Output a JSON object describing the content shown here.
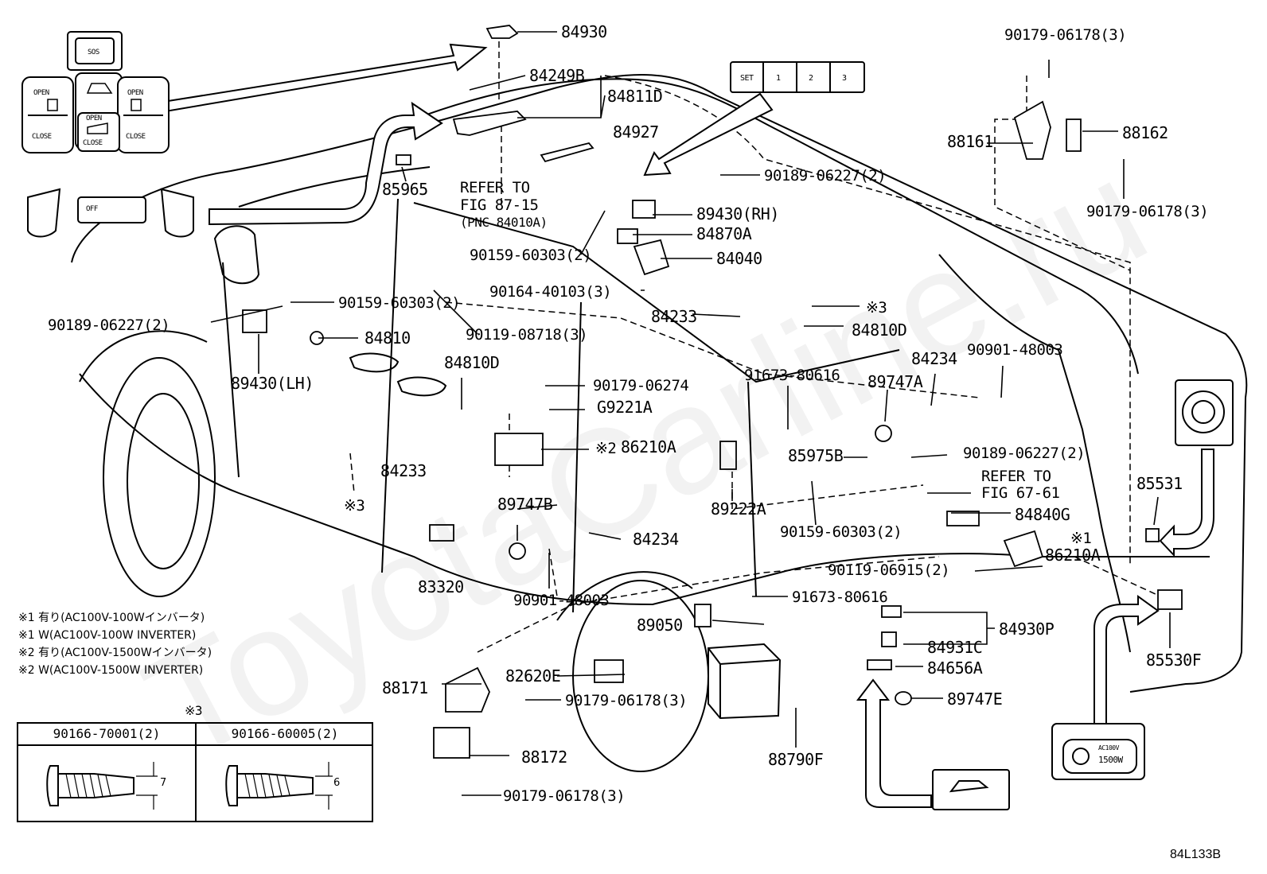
{
  "watermark": "ToyotaCarline.ru",
  "switch_labels": {
    "sos": "SOS",
    "open_left": "OPEN",
    "close_left": "CLOSE",
    "open_center": "OPEN",
    "close_center": "CLOSE",
    "open_right": "OPEN",
    "close_right": "CLOSE",
    "off": "OFF",
    "set": "SET",
    "seat1": "1",
    "seat2": "2",
    "seat3": "3",
    "ac_voltage": "AC100V",
    "ac_watt": "1500W"
  },
  "part_labels": {
    "p84930": "84930",
    "p84249B": "84249B",
    "p84811D": "84811D",
    "p84927": "84927",
    "p85965": "85965",
    "refer_fig87_1": "REFER TO",
    "refer_fig87_2": "FIG 87-15",
    "refer_fig87_3": "(PNC 84010A)",
    "p90189_06227_a": "90189-06227(2)",
    "p89430RH": "89430(RH)",
    "p84870A": "84870A",
    "p90159_60303_a": "90159-60303(2)",
    "p84040": "84040",
    "p90164_40103": "90164-40103(3)",
    "p90159_60303_b": "90159-60303(2)",
    "p90189_06227_b": "90189-06227(2)",
    "p84810": "84810",
    "p84233_a": "84233",
    "p3_a": "※3",
    "p84810D_a": "84810D",
    "p90119_08718": "90119-08718(3)",
    "p89430LH": "89430(LH)",
    "p84810D_b": "84810D",
    "p90179_06274": "90179-06274",
    "p91673_80616_a": "91673-80616",
    "p89747A": "89747A",
    "p84234_a": "84234",
    "p90901_48003_a": "90901-48003",
    "pG9221A": "G9221A",
    "p2_a": "※2",
    "p86210A_a": "86210A",
    "p84233_b": "84233",
    "p85975B": "85975B",
    "p90189_06227_c": "90189-06227(2)",
    "p3_b": "※3",
    "p89747B": "89747B",
    "p89222A": "89222A",
    "refer_fig67_1": "REFER TO",
    "refer_fig67_2": "FIG 67-61",
    "p84840G": "84840G",
    "p90159_60303_c": "90159-60303(2)",
    "p84234_b": "84234",
    "p1_a": "※1",
    "p86210A_b": "86210A",
    "p90119_06915": "90119-06915(2)",
    "p83320": "83320",
    "p90901_48003_b": "90901-48003",
    "p91673_80616_b": "91673-80616",
    "p89050": "89050",
    "p84930P": "84930P",
    "p84931C": "84931C",
    "p82620E": "82620E",
    "p84656A": "84656A",
    "p88171": "88171",
    "p90179_06178_a": "90179-06178(3)",
    "p89747E": "89747E",
    "p88172": "88172",
    "p88790F": "88790F",
    "p90179_06178_b": "90179-06178(3)",
    "p90179_06178_top": "90179-06178(3)",
    "p88161": "88161",
    "p88162": "88162",
    "p90179_06178_right": "90179-06178(3)",
    "p85531": "85531",
    "p85530F": "85530F"
  },
  "notes": [
    "※1 有り(AC100V-100Wインバータ)",
    "※1 W(AC100V-100W INVERTER)",
    "※2 有り(AC100V-1500Wインバータ)",
    "※2 W(AC100V-1500W INVERTER)"
  ],
  "bolt_table": {
    "title": "※3",
    "col1_header": "90166-70001(2)",
    "col2_header": "90166-60005(2)",
    "col1_dim": "7",
    "col2_dim": "6"
  },
  "diagram_code": "84L133B"
}
